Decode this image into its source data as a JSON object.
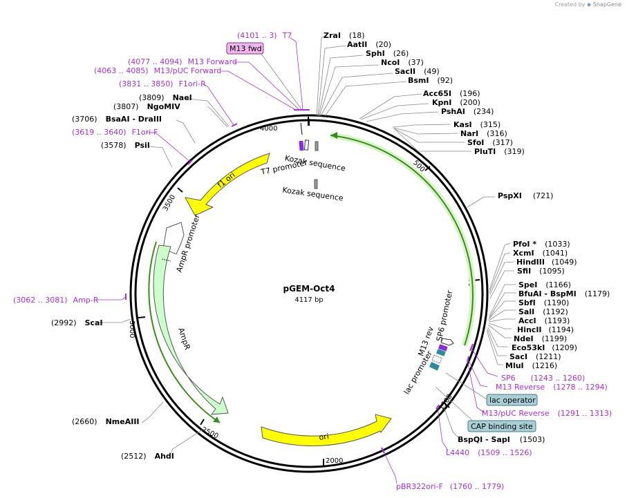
{
  "credit": {
    "prefix": "Created by",
    "brand": "SnapGene"
  },
  "plasmid": {
    "name": "pGEM-Oct4",
    "size_label": "4117 bp"
  },
  "ticks": [
    "4000",
    "500",
    "1000",
    "1500",
    "2000",
    "2500",
    "3000",
    "3500"
  ],
  "enzymes": [
    {
      "name": "ZraI",
      "pos": "(18)"
    },
    {
      "name": "AatII",
      "pos": "(20)"
    },
    {
      "name": "SphI",
      "pos": "(26)"
    },
    {
      "name": "NcoI",
      "pos": "(37)"
    },
    {
      "name": "SacII",
      "pos": "(49)"
    },
    {
      "name": "BsmI",
      "pos": "(92)"
    },
    {
      "name": "Acc65I",
      "pos": "(196)"
    },
    {
      "name": "KpnI",
      "pos": "(200)"
    },
    {
      "name": "PshAI",
      "pos": "(234)"
    },
    {
      "name": "KasI",
      "pos": "(315)"
    },
    {
      "name": "NarI",
      "pos": "(316)"
    },
    {
      "name": "SfoI",
      "pos": "(317)"
    },
    {
      "name": "PluTI",
      "pos": "(319)"
    },
    {
      "name": "PspXI",
      "pos": "(721)"
    },
    {
      "name": "PfoI *",
      "pos": "(1033)"
    },
    {
      "name": "XcmI",
      "pos": "(1041)"
    },
    {
      "name": "HindIII",
      "pos": "(1049)"
    },
    {
      "name": "SfiI",
      "pos": "(1095)"
    },
    {
      "name": "SpeI",
      "pos": "(1166)"
    },
    {
      "name": "BfuAI - BspMI",
      "pos": "(1179)"
    },
    {
      "name": "SbfI",
      "pos": "(1190)"
    },
    {
      "name": "SalI",
      "pos": "(1192)"
    },
    {
      "name": "AccI",
      "pos": "(1193)"
    },
    {
      "name": "HincII",
      "pos": "(1194)"
    },
    {
      "name": "NdeI",
      "pos": "(1199)"
    },
    {
      "name": "Eco53kI",
      "pos": "(1209)"
    },
    {
      "name": "SacI",
      "pos": "(1211)"
    },
    {
      "name": "MluI",
      "pos": "(1216)"
    },
    {
      "name": "BspQI - SapI",
      "pos": "(1503)"
    },
    {
      "name": "AhdI",
      "pos": "(2512)"
    },
    {
      "name": "NmeAIII",
      "pos": "(2660)"
    },
    {
      "name": "ScaI",
      "pos": "(2992)"
    },
    {
      "name": "PsiI",
      "pos": "(3578)"
    },
    {
      "name": "BsaAI - DraIII",
      "pos": "(3706)"
    },
    {
      "name": "NgoMIV",
      "pos": "(3807)"
    },
    {
      "name": "NaeI",
      "pos": "(3809)"
    }
  ],
  "primers": [
    {
      "range": "(4101 .. 3)",
      "name": "T7"
    },
    {
      "range": "(4077 .. 4094)",
      "name": "M13 Forward"
    },
    {
      "range": "(4063 .. 4085)",
      "name": "M13/pUC Forward"
    },
    {
      "range": "(3831 .. 3850)",
      "name": "F1ori-R"
    },
    {
      "range": "(3619 .. 3640)",
      "name": "F1ori-F"
    },
    {
      "range": "(3062 .. 3081)",
      "name": "Amp-R"
    },
    {
      "name": "SP6",
      "range": "(1243 .. 1260)"
    },
    {
      "name": "M13 Reverse",
      "range": "(1278 .. 1294)"
    },
    {
      "name": "M13/pUC Reverse",
      "range": "(1291 .. 1313)"
    },
    {
      "name": "L4440",
      "range": "(1509 .. 1526)"
    },
    {
      "name": "pBR322ori-F",
      "range": "(1760 .. 1779)"
    }
  ],
  "boxes": {
    "m13fwd": "M13 fwd",
    "lacop": "lac operator",
    "cap": "CAP binding site"
  },
  "features": {
    "f1ori": "f1 ori",
    "ampr_promoter": "AmpR promoter",
    "ampr": "AmpR",
    "ori": "ori",
    "t7_promoter": "T7 promoter",
    "kozak1": "Kozak sequence",
    "kozak2": "Kozak sequence",
    "sp6_promoter": "SP6 promoter",
    "m13rev": "M13 rev",
    "lac_promoter": "lac promoter"
  },
  "colors": {
    "primer": "#a62fd6",
    "ori": "#ffff00",
    "ampr": "#ccffcc",
    "cds_line": "#3a8a1e",
    "lac_box": "#a9cfd6"
  }
}
